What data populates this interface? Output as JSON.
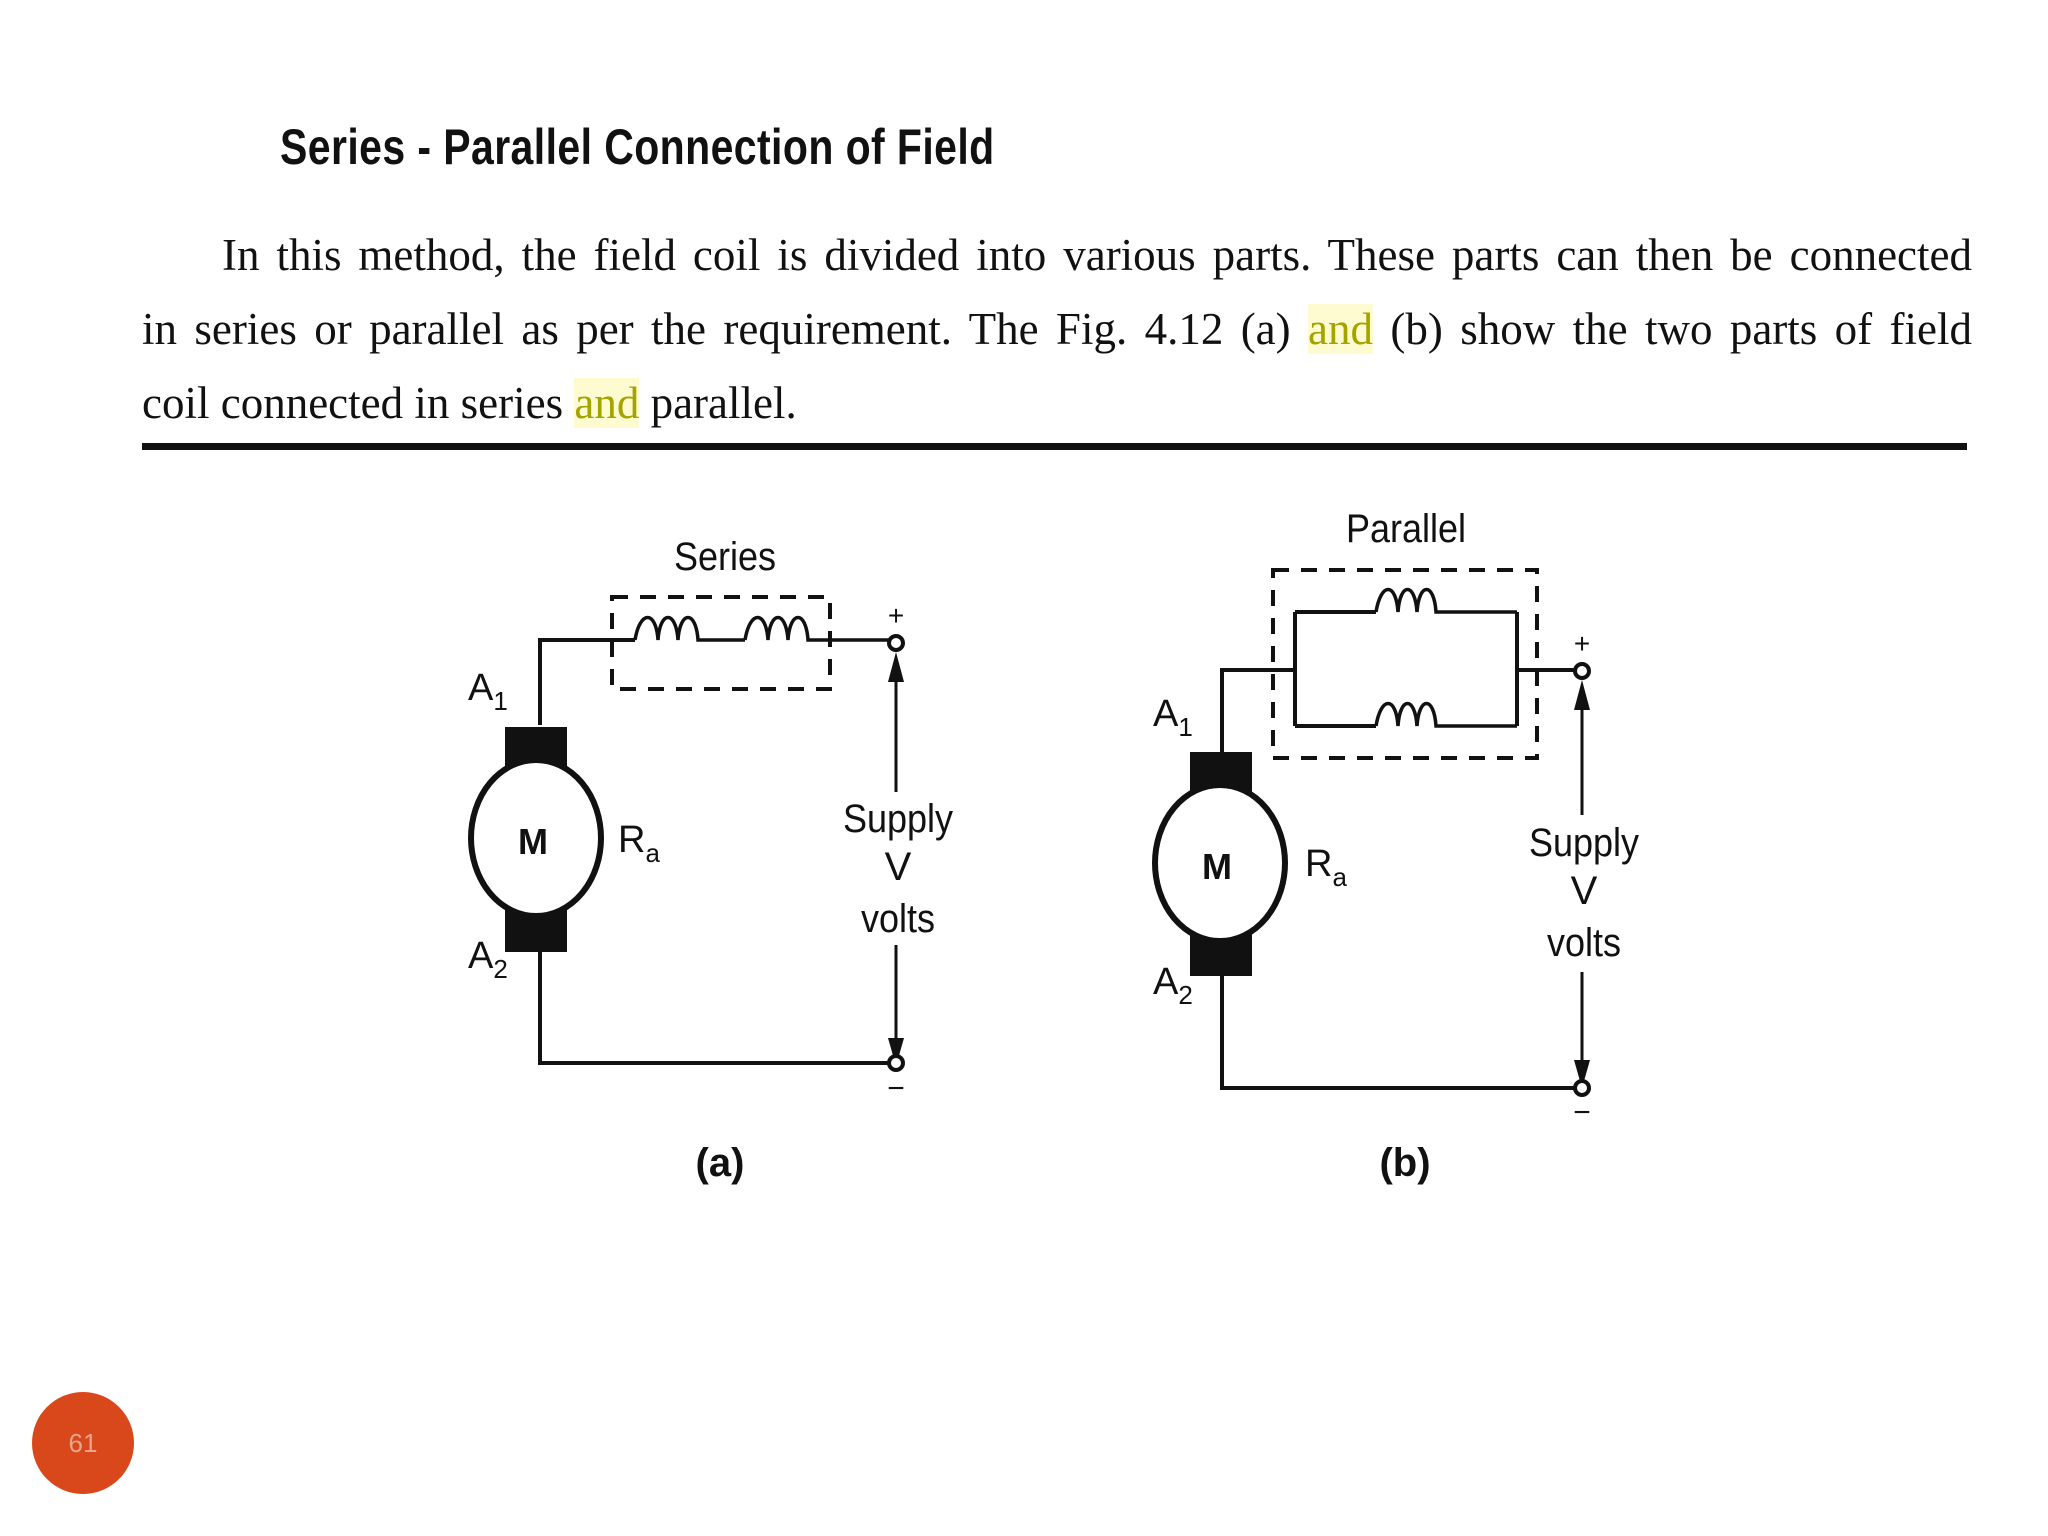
{
  "heading": "Series - Parallel Connection of Field",
  "paragraph": {
    "line1": "In this method, the field coil is divided into various parts. These parts can then be connected",
    "line2_a": "in series or parallel as per the requirement. The Fig. 4.12 (a) ",
    "line2_hl": "and",
    "line2_b": " (b) show the two parts of field",
    "line3_a": "coil connected in series ",
    "line3_hl": "and",
    "line3_b": " parallel."
  },
  "figure_a": {
    "group_label": "Series",
    "motor_label": "M",
    "terminal_top": "A",
    "terminal_top_sub": "1",
    "terminal_bottom": "A",
    "terminal_bottom_sub": "2",
    "resistance": "R",
    "resistance_sub": "a",
    "plus": "+",
    "minus": "−",
    "supply_line1": "Supply",
    "supply_line2": "V",
    "supply_line3": "volts",
    "caption": "(a)"
  },
  "figure_b": {
    "group_label": "Parallel",
    "motor_label": "M",
    "terminal_top": "A",
    "terminal_top_sub": "1",
    "terminal_bottom": "A",
    "terminal_bottom_sub": "2",
    "resistance": "R",
    "resistance_sub": "a",
    "plus": "+",
    "minus": "−",
    "supply_line1": "Supply",
    "supply_line2": "V",
    "supply_line3": "volts",
    "caption": "(b)"
  },
  "slide_number": "61",
  "colors": {
    "highlight_text": "#a3a400",
    "badge": "#d9481b"
  }
}
